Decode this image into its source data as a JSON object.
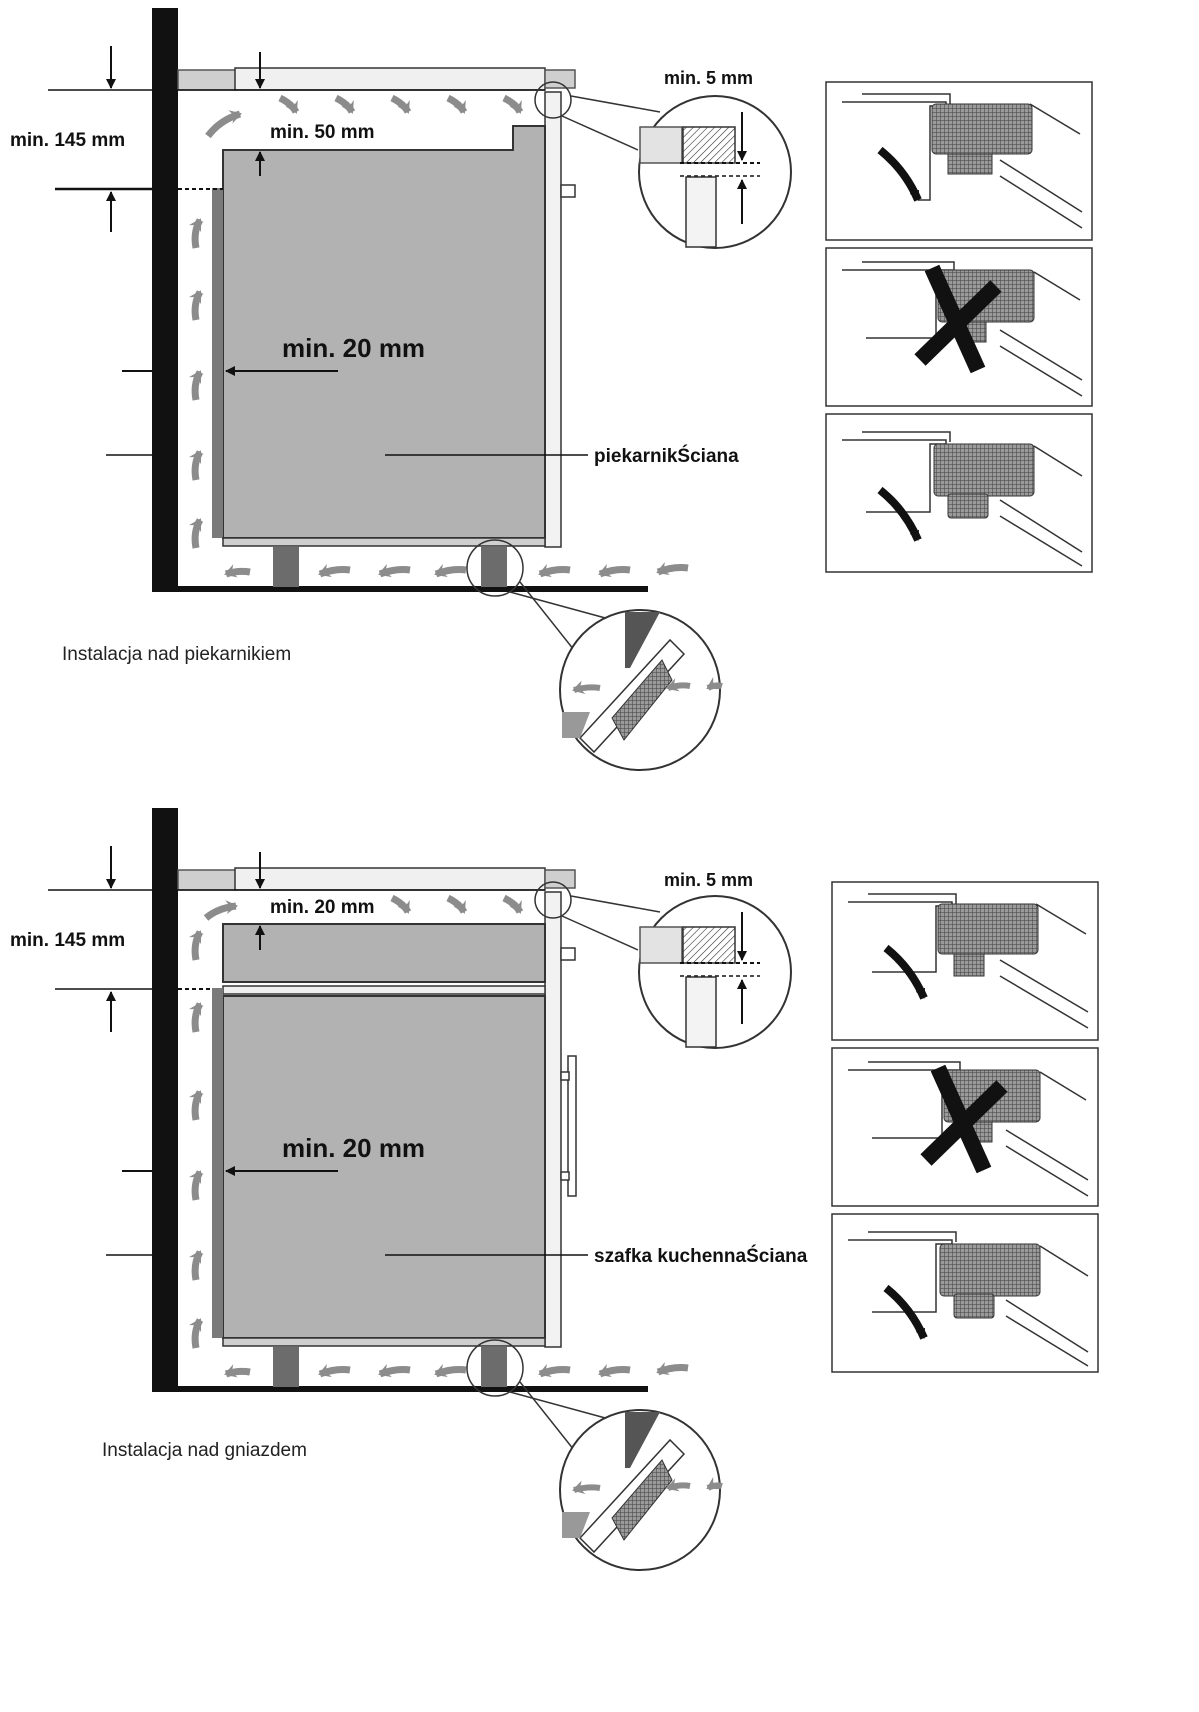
{
  "colors": {
    "wall": "#111111",
    "panel": "#a9a9a9",
    "panel_dark": "#777777",
    "airflow": "#8c8c8c",
    "counter": "#d8d8d8",
    "mesh": "#5a5a5a",
    "line": "#111111"
  },
  "top": {
    "dim_gap": "min. 145 mm",
    "dim_top": "min. 50 mm",
    "dim_side": "min. 20 mm",
    "dim_edge": "min. 5 mm",
    "appliance_label": "piekarnikŚciana",
    "caption": "Instalacja nad piekarnikiem"
  },
  "bottom": {
    "dim_gap": "min. 145 mm",
    "dim_top": "min. 20 mm",
    "dim_side": "min. 20 mm",
    "dim_edge": "min. 5 mm",
    "appliance_label": "szafka kuchennaŚciana",
    "caption": "Instalacja nad gniazdem"
  },
  "icons": {
    "airflow": "curved-arrow-icon",
    "wrong": "x-mark-icon",
    "correct": "down-arrow-icon"
  }
}
